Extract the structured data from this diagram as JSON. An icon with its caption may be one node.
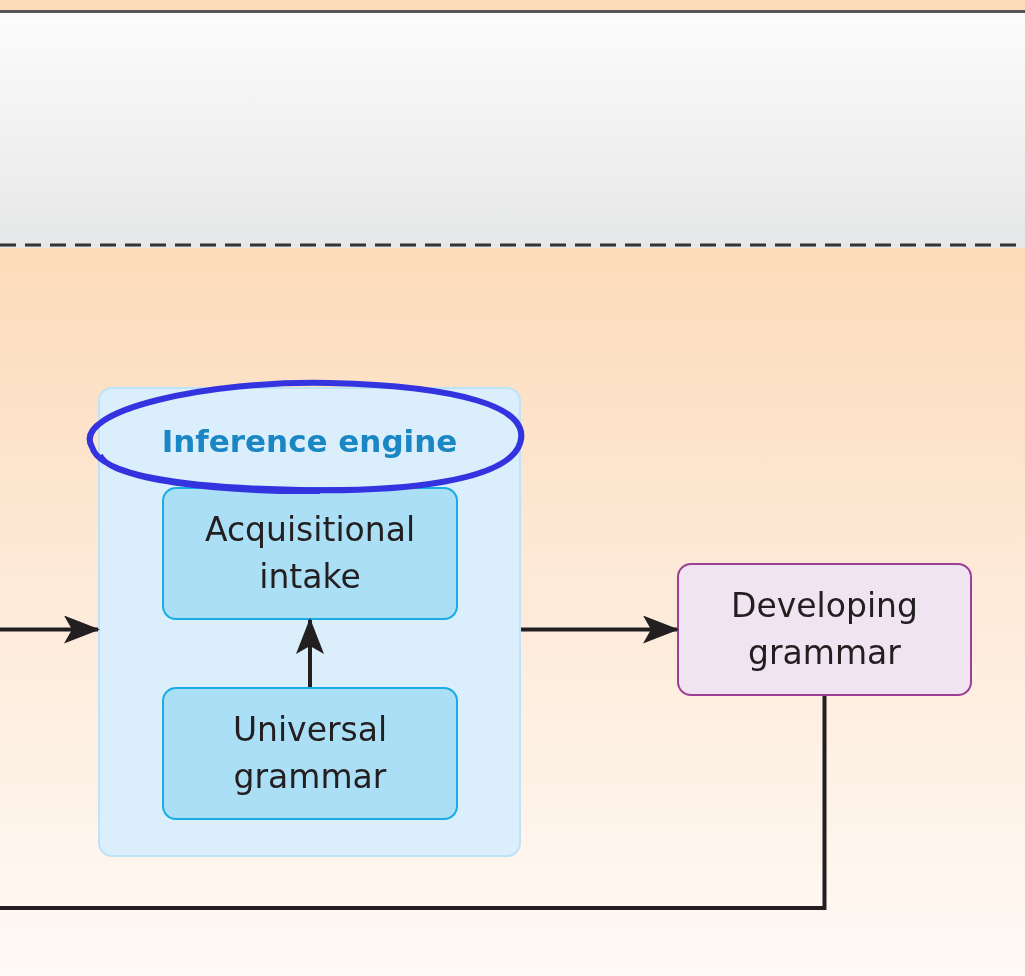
{
  "diagram": {
    "nodes": [
      {
        "text": [
          "Inference engine"
        ]
      },
      {
        "text": [
          "Acquisitional intake"
        ],
        "in": 0
      },
      {
        "text": [
          "Universal grammar"
        ],
        "in": 0
      },
      {
        "text": [
          "Developing grammar"
        ]
      }
    ],
    "edges": [
      {
        "from": null,
        "to": 0,
        "arrow": "to"
      },
      {
        "from": 2,
        "to": 1,
        "arrow": "to"
      },
      {
        "from": 0,
        "to": 3,
        "arrow": "to"
      },
      {
        "from": 3,
        "to": null,
        "arrow": "none"
      }
    ]
  }
}
